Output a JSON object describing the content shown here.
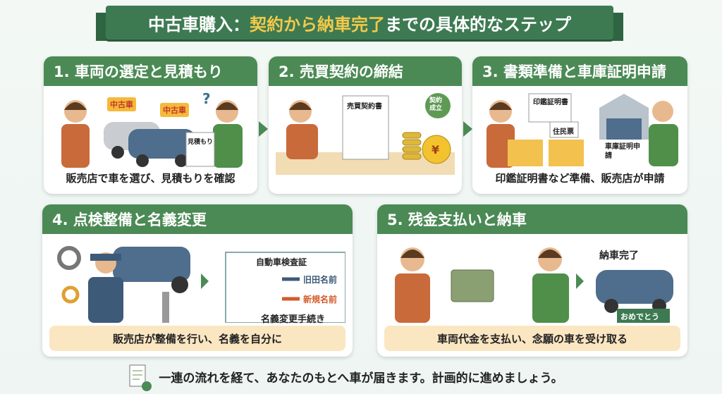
{
  "title": {
    "part1": "中古車購入：",
    "part2": "契約から納車完了",
    "part3": "までの具体的なステップ"
  },
  "steps": [
    {
      "header": "1. 車両の選定と見積もり",
      "caption": "販売店で車を選び、見積もりを確認",
      "labels": {
        "tag1": "中古車",
        "tag2": "中古車",
        "doc": "見積もり",
        "q": "?"
      }
    },
    {
      "header": "2. 売買契約の締結",
      "caption": "",
      "labels": {
        "doc": "売買契約書",
        "seal": "契約成立",
        "coin": "¥"
      }
    },
    {
      "header": "3. 書類準備と車庫証明申請",
      "caption": "印鑑証明書など準備、販売店が申請",
      "labels": {
        "doc1": "印鑑証明書",
        "doc2": "住民票",
        "apply": "車庫証明申請"
      }
    },
    {
      "header": "4. 点検整備と名義変更",
      "caption": "販売店が整備を行い、名義を自分に",
      "labels": {
        "cert": "自動車検査証",
        "old": "旧田名前",
        "new": "新規名前",
        "proc": "名義変更手続き"
      }
    },
    {
      "header": "5. 残金支払いと納車",
      "caption": "車両代金を支払い、念願の車を受け取る",
      "labels": {
        "done": "納車完了",
        "congrats": "おめでとう"
      }
    }
  ],
  "footer": "一連の流れを経て、あなたのもとへ車が届きます。計画的に進めましょう。",
  "colors": {
    "green": "#4b8a55",
    "banner": "#3d7a52",
    "accent": "#f3c94a",
    "beige": "#fbe6c2"
  }
}
